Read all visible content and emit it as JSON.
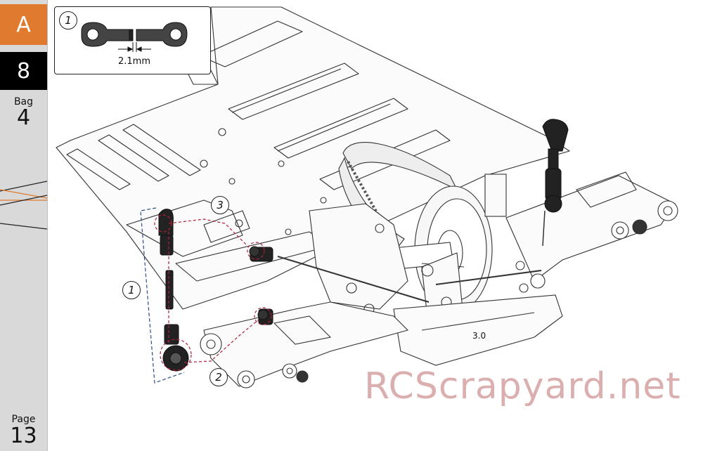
{
  "sidebar": {
    "step_letter": "A",
    "step_number": "8",
    "bag_label": "Bag",
    "bag_number": "4",
    "page_label": "Page",
    "page_number": "13"
  },
  "callout": {
    "step": "1",
    "dimension": "2.1mm"
  },
  "steps": [
    "1",
    "2",
    "3"
  ],
  "chassis_label": "3.0",
  "watermark": "RCScrapyard.net",
  "colors": {
    "accent": "#e07a2e",
    "guide_line": "#b0203a",
    "part_dark": "#222222"
  }
}
